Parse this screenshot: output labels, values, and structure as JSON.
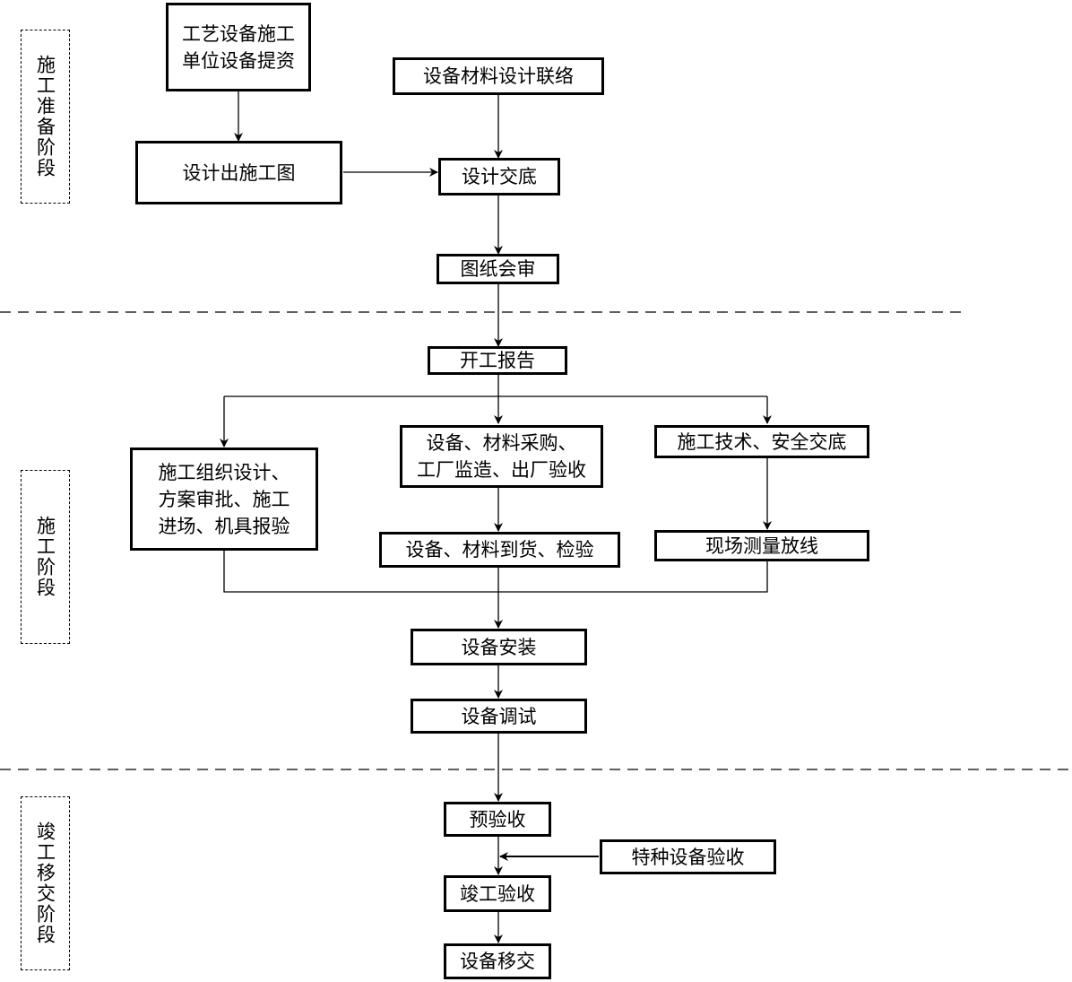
{
  "stages": [
    {
      "id": "prep",
      "label": "施工准备阶段"
    },
    {
      "id": "construction",
      "label": "施工阶段"
    },
    {
      "id": "handover",
      "label": "竣工移交阶段"
    }
  ],
  "nodes": {
    "equip_docs": "工艺设备施工\n单位设备提资",
    "material_design_liaison": "设备材料设计联络",
    "construction_drawings": "设计出施工图",
    "design_disclosure": "设计交底",
    "drawing_review": "图纸会审",
    "start_report": "开工报告",
    "org_design": "施工组织设计、\n方案审批、施工\n进场、机具报验",
    "procurement": "设备、材料采购、\n工厂监造、出厂验收",
    "tech_safety_briefing": "施工技术、安全交底",
    "arrival_inspection": "设备、材料到货、检验",
    "site_survey": "现场测量放线",
    "installation": "设备安装",
    "commissioning": "设备调试",
    "pre_acceptance": "预验收",
    "special_equip_acceptance": "特种设备验收",
    "completion_acceptance": "竣工验收",
    "handover": "设备移交"
  },
  "edges": [
    [
      "equip_docs",
      "construction_drawings"
    ],
    [
      "construction_drawings",
      "design_disclosure"
    ],
    [
      "material_design_liaison",
      "design_disclosure"
    ],
    [
      "design_disclosure",
      "drawing_review"
    ],
    [
      "drawing_review",
      "start_report"
    ],
    [
      "start_report",
      "org_design"
    ],
    [
      "start_report",
      "procurement"
    ],
    [
      "start_report",
      "tech_safety_briefing"
    ],
    [
      "procurement",
      "arrival_inspection"
    ],
    [
      "tech_safety_briefing",
      "site_survey"
    ],
    [
      "org_design",
      "installation"
    ],
    [
      "arrival_inspection",
      "installation"
    ],
    [
      "site_survey",
      "installation"
    ],
    [
      "installation",
      "commissioning"
    ],
    [
      "commissioning",
      "pre_acceptance"
    ],
    [
      "pre_acceptance",
      "completion_acceptance"
    ],
    [
      "special_equip_acceptance",
      "completion_acceptance"
    ],
    [
      "completion_acceptance",
      "handover"
    ]
  ]
}
